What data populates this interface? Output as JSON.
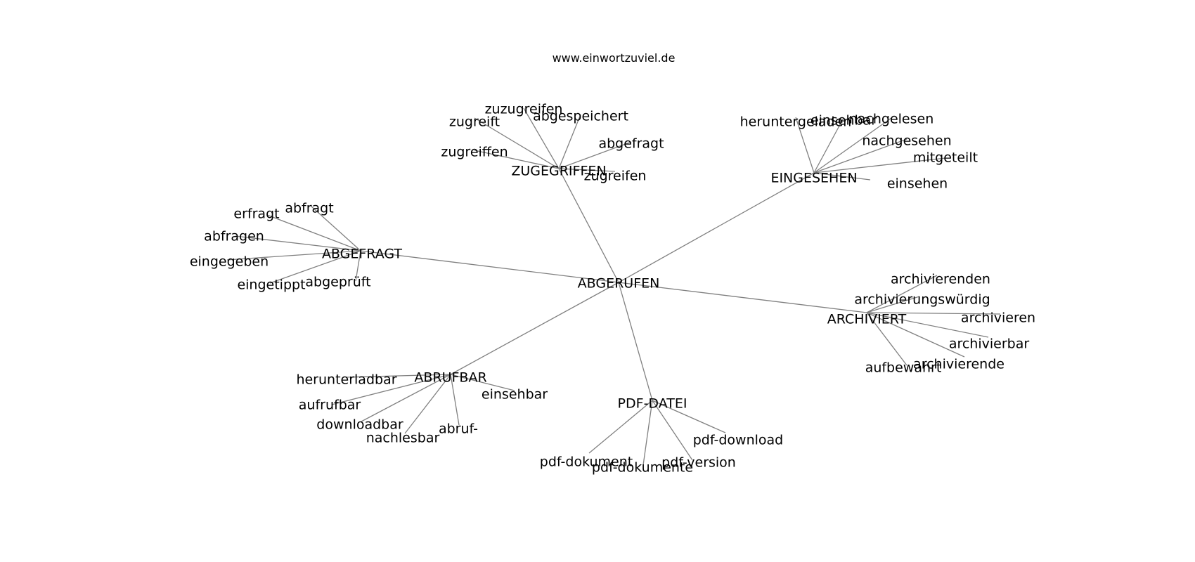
{
  "site": "www.einwortzuviel.de",
  "graph": {
    "root": "ABGERUFEN",
    "hubs": [
      {
        "label": "ZUGEGRIFFEN",
        "words": [
          "zuzugreifen",
          "zugreift",
          "abgespeichert",
          "abgefragt",
          "zugreiffen",
          "zugreifen"
        ]
      },
      {
        "label": "EINGESEHEN",
        "words": [
          "heruntergeladen",
          "einsehbar",
          "nachgelesen",
          "nachgesehen",
          "mitgeteilt",
          "einsehen"
        ]
      },
      {
        "label": "ABGEFRAGT",
        "words": [
          "abfragt",
          "erfragt",
          "abfragen",
          "eingegeben",
          "eingetippt",
          "abgeprüft"
        ]
      },
      {
        "label": "ARCHIVIERT",
        "words": [
          "archivierenden",
          "archivierungswürdig",
          "archivieren",
          "archivierbar",
          "archivierende",
          "aufbewahrt"
        ]
      },
      {
        "label": "ABRUFBAR",
        "words": [
          "herunterladbar",
          "aufrufbar",
          "downloadbar",
          "nachlesbar",
          "abruf-",
          "einsehbar"
        ]
      },
      {
        "label": "PDF-DATEI",
        "words": [
          "pdf-download",
          "pdf-version",
          "pdf-dokumente",
          "pdf-dokument"
        ]
      }
    ]
  }
}
